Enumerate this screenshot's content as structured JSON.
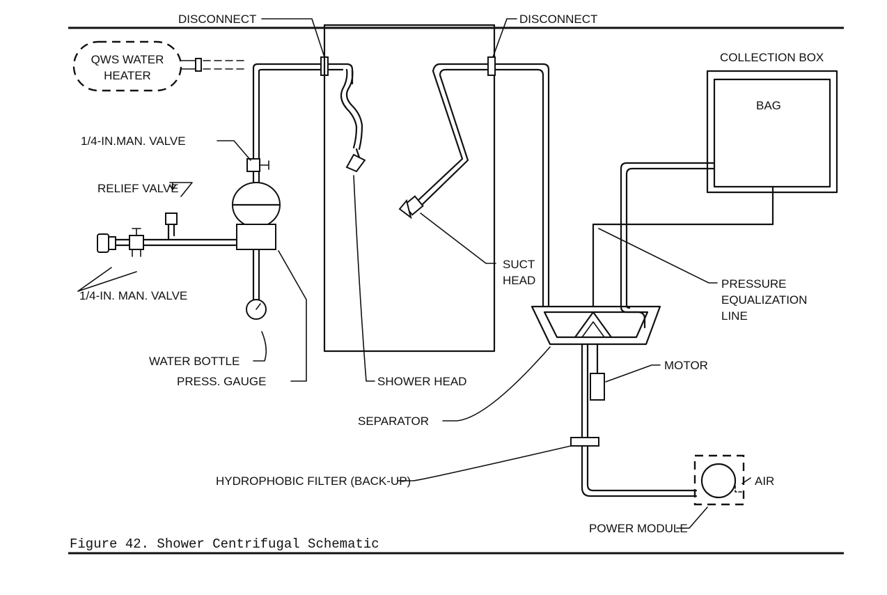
{
  "figure": {
    "caption": "Figure 42.  Shower Centrifugal Schematic"
  },
  "labels": {
    "qws_water_heater_line1": "QWS WATER",
    "qws_water_heater_line2": "HEATER",
    "disconnect_left": "DISCONNECT",
    "disconnect_right": "DISCONNECT",
    "collection_box": "COLLECTION BOX",
    "bag": "BAG",
    "man_valve_top": "1/4-IN.MAN. VALVE",
    "relief_valve": "RELIEF VALVE",
    "man_valve_bottom": "1/4-IN. MAN. VALVE",
    "water_bottle": "WATER BOTTLE",
    "press_gauge": "PRESS. GAUGE",
    "shower_head": "SHOWER HEAD",
    "suct_head_line1": "SUCT",
    "suct_head_line2": "HEAD",
    "pressure_eq_line1": "PRESSURE",
    "pressure_eq_line2": "EQUALIZATION",
    "pressure_eq_line3": "LINE",
    "motor": "MOTOR",
    "separator": "SEPARATOR",
    "hydrophobic_filter": "HYDROPHOBIC FILTER (BACK-UP)",
    "air": "AIR",
    "power_module": "POWER MODULE"
  }
}
